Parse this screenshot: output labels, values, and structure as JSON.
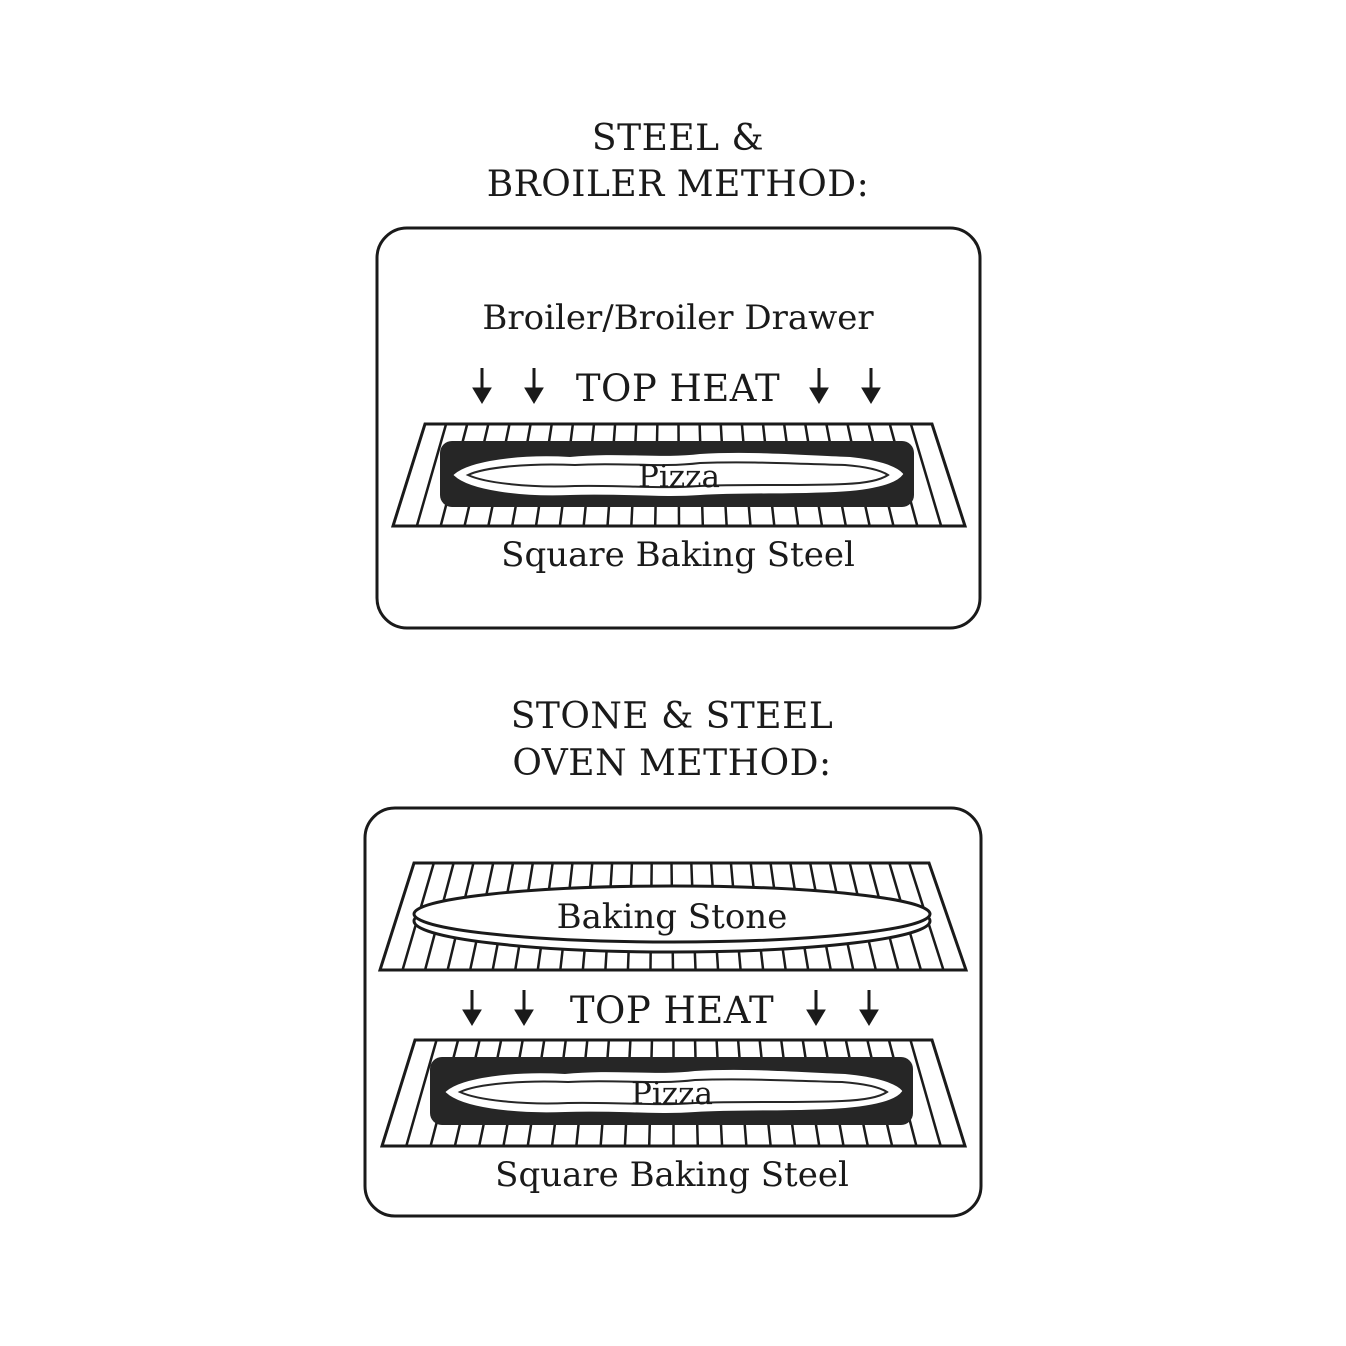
{
  "panels": [
    {
      "heading_line1": "STEEL &",
      "heading_line2": "BROILER METHOD:",
      "broiler_label": "Broiler/Broiler Drawer",
      "top_heat": "TOP HEAT",
      "pizza_label": "Pizza",
      "steel_label": "Square Baking Steel"
    },
    {
      "heading_line1": "STONE & STEEL",
      "heading_line2": "OVEN METHOD:",
      "stone_label": "Baking Stone",
      "top_heat": "TOP HEAT",
      "pizza_label": "Pizza",
      "steel_label": "Square Baking Steel"
    }
  ],
  "icons": [
    "down-arrow-icon",
    "oven-rack",
    "baking-steel",
    "pizza",
    "baking-stone"
  ],
  "colors": {
    "ink": "#1a1a1a",
    "steel": "#262626",
    "background": "#ffffff"
  }
}
